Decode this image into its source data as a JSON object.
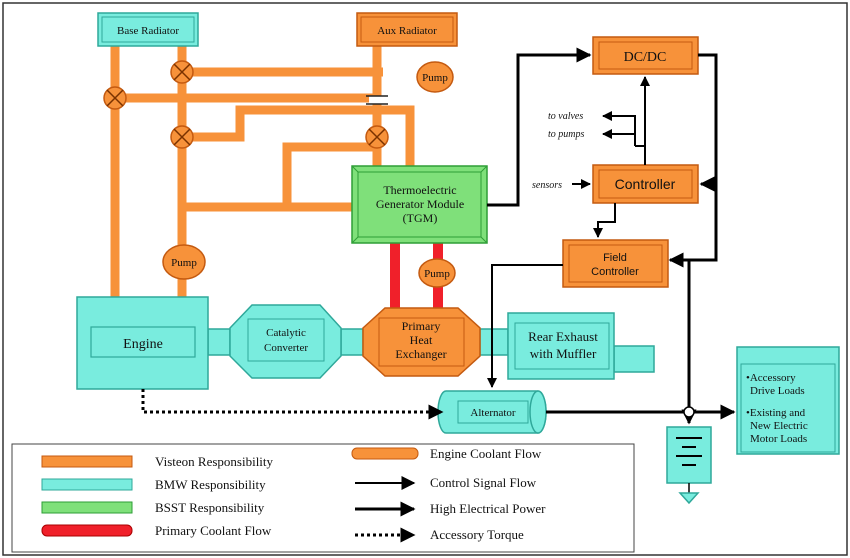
{
  "boxes": {
    "base_radiator": "Base Radiator",
    "aux_radiator": "Aux Radiator",
    "dcdc": "DC/DC",
    "controller": "Controller",
    "field_controller": [
      "Field",
      "Controller"
    ],
    "tgm": [
      "Thermoelectric",
      "Generator Module",
      "(TGM)"
    ],
    "engine": "Engine",
    "catalytic": [
      "Catalytic",
      "Converter"
    ],
    "phe": [
      "Primary",
      "Heat",
      "Exchanger"
    ],
    "rear_exhaust": [
      "Rear Exhaust",
      "with Muffler"
    ],
    "alternator": "Alternator",
    "loads": [
      "•Accessory",
      "Drive Loads",
      "•Existing and",
      "New Electric",
      "Motor Loads"
    ],
    "pump": "Pump"
  },
  "signals": {
    "to_valves": "to valves",
    "to_pumps": "to pumps",
    "sensors": "sensors"
  },
  "legend": {
    "visteon": "Visteon Responsibility",
    "bmw": "BMW Responsibility",
    "bsst": "BSST Responsibility",
    "primary_coolant": "Primary Coolant Flow",
    "engine_coolant": "Engine Coolant Flow",
    "control_signal": "Control Signal Flow",
    "high_power": "High Electrical Power",
    "accessory_torque": "Accessory Torque"
  },
  "colors": {
    "orange": "#f7923a",
    "orange_dark": "#d9731f",
    "cyan": "#79ecde",
    "cyan_dark": "#2fa89a",
    "green": "#7fe07a",
    "green_dark": "#2e9e36",
    "red": "#f0202a"
  }
}
